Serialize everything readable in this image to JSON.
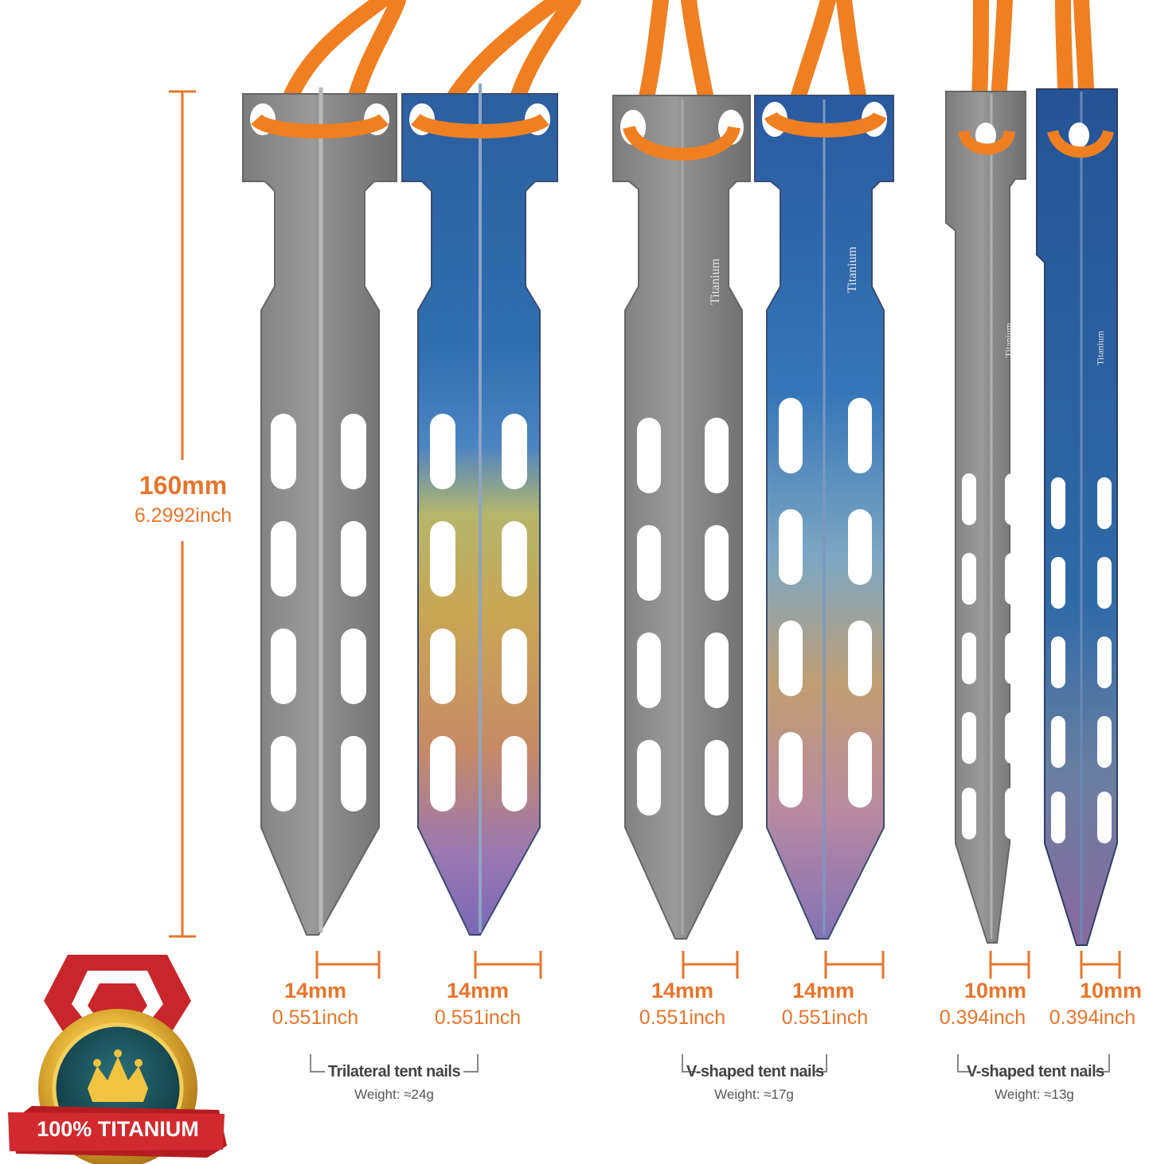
{
  "height_measure": {
    "mm": "160mm",
    "inch": "6.2992inch"
  },
  "stakes": [
    {
      "finish": "plain",
      "width_mm": "14mm",
      "width_in": "0.551inch"
    },
    {
      "finish": "anodized",
      "width_mm": "14mm",
      "width_in": "0.551inch"
    },
    {
      "finish": "plain",
      "width_mm": "14mm",
      "width_in": "0.551inch"
    },
    {
      "finish": "anodized",
      "width_mm": "14mm",
      "width_in": "0.551inch"
    },
    {
      "finish": "plain",
      "width_mm": "10mm",
      "width_in": "0.394inch"
    },
    {
      "finish": "anodized",
      "width_mm": "10mm",
      "width_in": "0.394inch"
    }
  ],
  "groups": [
    {
      "name": "Trilateral tent nails",
      "weight": "Weight:  ≈24g"
    },
    {
      "name": "V-shaped tent nails",
      "weight": "Weight:  ≈17g"
    },
    {
      "name": "V-shaped tent nails",
      "weight": "Weight:  ≈13g"
    }
  ],
  "brand_engraving": "Titanium",
  "badge": {
    "label": "100% TITANIUM"
  },
  "colors": {
    "accent": "#e8742a",
    "cord": "#f07f22",
    "titanium": "#8a8a8a",
    "anodized_blue": "#2f66a8"
  }
}
